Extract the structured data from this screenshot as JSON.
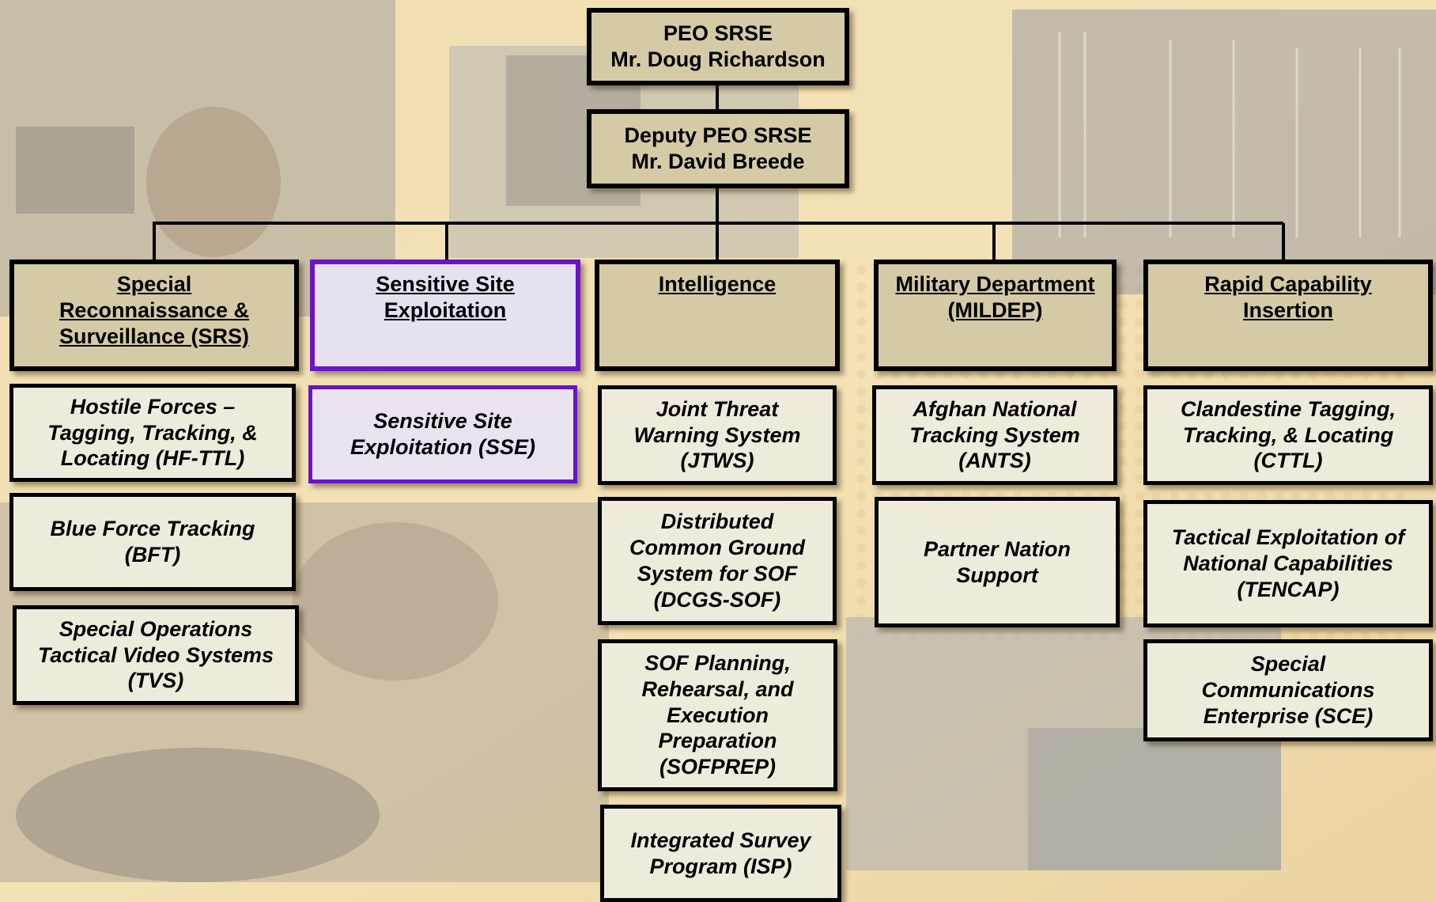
{
  "colors": {
    "background": "#efdcad",
    "header_fill": "#d4cba6",
    "program_fill": "#efebdc",
    "highlight_border": "#6a14c8",
    "line": "#000000"
  },
  "exec": {
    "peo": "PEO SRSE\nMr. Doug Richardson",
    "deputy": "Deputy PEO SRSE\nMr. David Breede"
  },
  "columns": [
    {
      "header": "Special\nReconnaissance &\nSurveillance (SRS)",
      "programs": [
        "Hostile Forces –\nTagging, Tracking, &\nLocating (HF-TTL)",
        "Blue Force Tracking\n(BFT)",
        "Special Operations\nTactical Video Systems\n(TVS)"
      ]
    },
    {
      "header": "Sensitive Site\nExploitation",
      "programs": [
        "Sensitive Site\nExploitation (SSE)"
      ]
    },
    {
      "header": "Intelligence",
      "programs": [
        "Joint Threat\nWarning System\n(JTWS)",
        "Distributed\nCommon Ground\nSystem for SOF\n(DCGS-SOF)",
        "SOF Planning,\nRehearsal, and\nExecution\nPreparation\n(SOFPREP)",
        "Integrated Survey\nProgram (ISP)"
      ]
    },
    {
      "header": "Military Department\n(MILDEP)",
      "programs": [
        "Afghan National\nTracking System\n(ANTS)",
        "Partner Nation\nSupport"
      ]
    },
    {
      "header": "Rapid Capability\nInsertion",
      "programs": [
        "Clandestine Tagging,\nTracking, & Locating\n(CTTL)",
        "Tactical Exploitation of\nNational Capabilities\n(TENCAP)",
        "Special\nCommunications\nEnterprise (SCE)"
      ]
    }
  ]
}
